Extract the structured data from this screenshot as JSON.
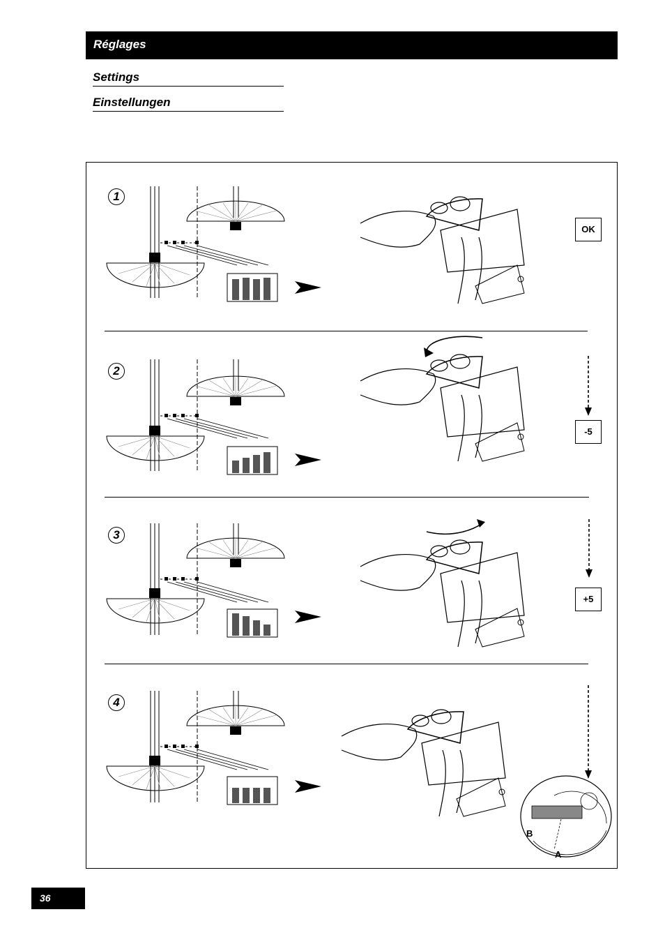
{
  "header": {
    "title": "Réglages"
  },
  "subtitles": {
    "en": "Settings",
    "de": "Einstellungen"
  },
  "steps": [
    {
      "number": "1",
      "label": "OK"
    },
    {
      "number": "2",
      "label": "-5"
    },
    {
      "number": "3",
      "label": "+5"
    },
    {
      "number": "4",
      "label": ""
    }
  ],
  "detail": {
    "label_a": "A",
    "label_b": "B"
  },
  "page": {
    "number": "36"
  }
}
